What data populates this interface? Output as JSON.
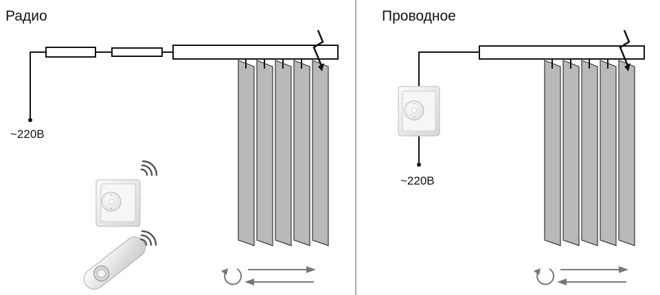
{
  "left_panel": {
    "title": "Радио",
    "voltage_label": "~220В"
  },
  "right_panel": {
    "title": "Проводное",
    "voltage_label": "~220В"
  },
  "colors": {
    "line": "#111111",
    "slat_fill": "#b9b9b9",
    "slat_stroke": "#333333",
    "arrow": "#7a7a7a",
    "divider": "#444444",
    "device_body": "#f1f1f1"
  },
  "icons": [
    "lightning-icon",
    "wall-switch",
    "remote-control",
    "wireless-signal-icon",
    "rotate-icon",
    "left-right-arrows-icon"
  ]
}
